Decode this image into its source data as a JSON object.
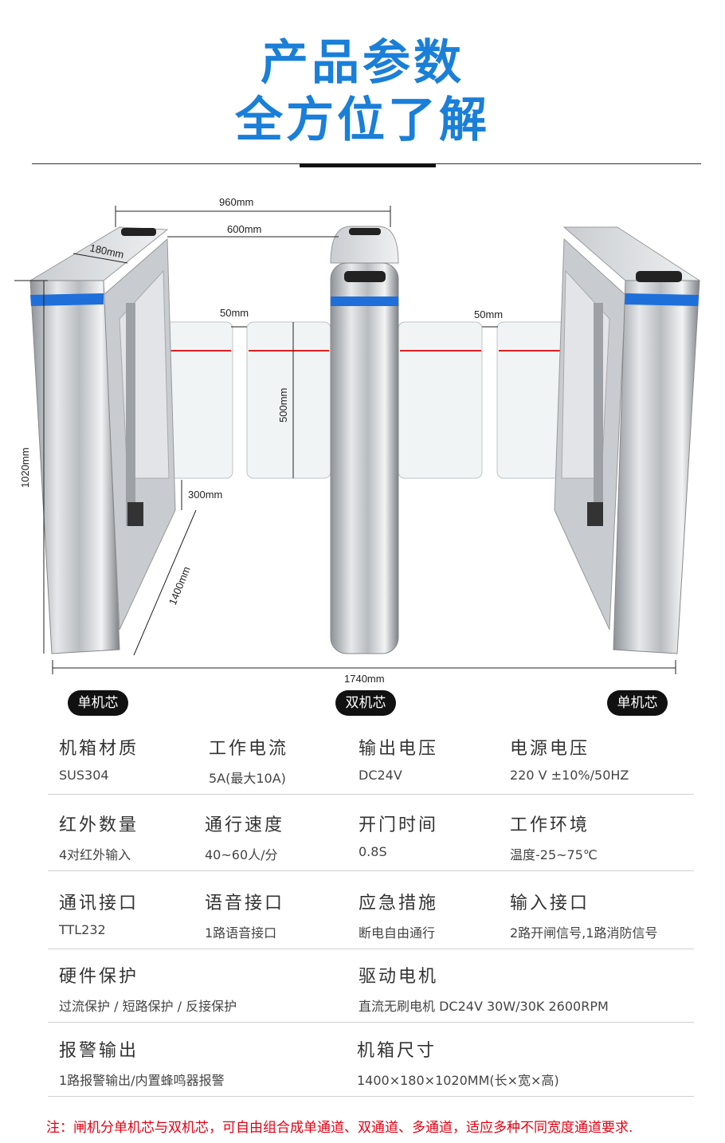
{
  "header": {
    "title_line1": "产品参数",
    "title_line2": "全方位了解"
  },
  "dimensions": {
    "overall_span": "960mm",
    "lane_width": "600mm",
    "gap_left": "50mm",
    "gap_right": "50mm",
    "width": "180mm",
    "height": "1020mm",
    "panel_height": "500mm",
    "ground_clearance": "300mm",
    "length": "1400mm",
    "total_width": "1740mm"
  },
  "badges": [
    "单机芯",
    "双机芯",
    "单机芯"
  ],
  "specs": [
    [
      {
        "k": "机箱材质",
        "v": "SUS304"
      },
      {
        "k": "工作电流",
        "v": "5A(最大10A)"
      },
      {
        "k": "输出电压",
        "v": "DC24V"
      },
      {
        "k": "电源电压",
        "v": "220 V ±10%/50HZ"
      }
    ],
    [
      {
        "k": "红外数量",
        "v": "4对红外输入"
      },
      {
        "k": "通行速度",
        "v": "40~60人/分"
      },
      {
        "k": "开门时间",
        "v": "0.8S"
      },
      {
        "k": "工作环境",
        "v": "温度-25~75℃"
      }
    ],
    [
      {
        "k": "通讯接口",
        "v": "TTL232"
      },
      {
        "k": "语音接口",
        "v": "1路语音接口"
      },
      {
        "k": "应急措施",
        "v": "断电自由通行"
      },
      {
        "k": "输入接口",
        "v": "2路开闸信号,1路消防信号"
      }
    ],
    [
      {
        "k": "硬件保护",
        "v": "过流保护 / 短路保护 / 反接保护"
      },
      {
        "k": "驱动电机",
        "v": "直流无刷电机  DC24V 30W/30K 2600RPM"
      }
    ],
    [
      {
        "k": "报警输出",
        "v": "1路报警输出/内置蜂鸣器报警"
      },
      {
        "k": "机箱尺寸",
        "v": "1400×180×1020MM(长×宽×高)"
      }
    ]
  ],
  "note": "注：闸机分单机芯与双机芯，可自由组合成单通道、双通道、多通道，适应多种不同宽度通道要求.",
  "colors": {
    "title": "#1a7fd8",
    "note": "#e60012",
    "led": "#1e6fd9",
    "beam": "#e02020"
  }
}
